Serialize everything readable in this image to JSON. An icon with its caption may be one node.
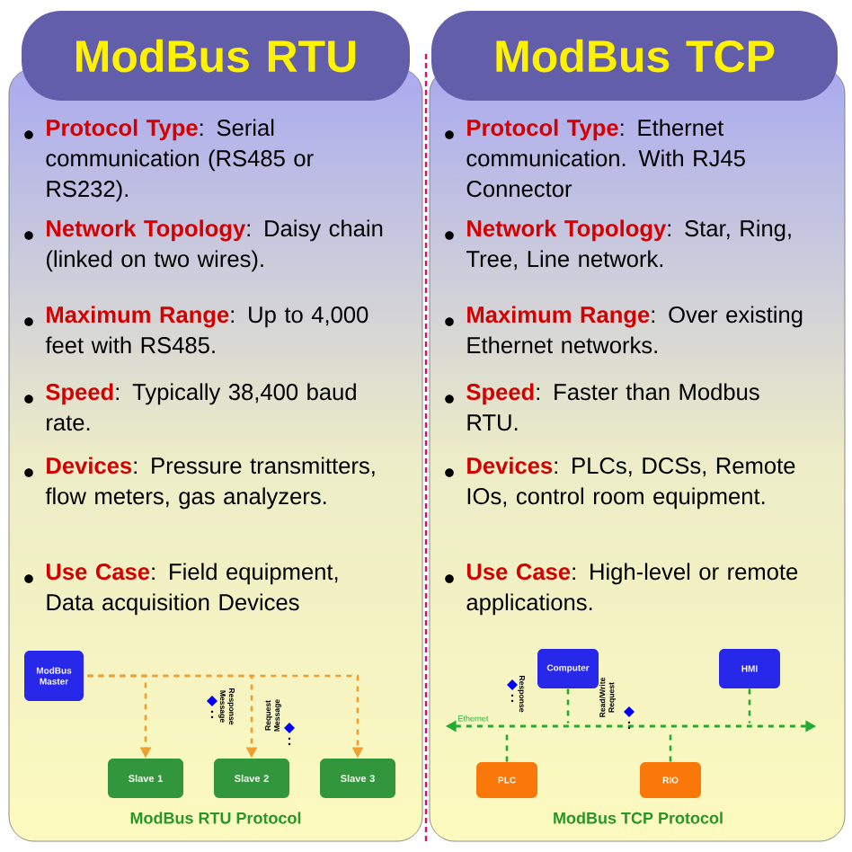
{
  "diagram": {
    "nodes": [
      {
        "text": [
          "ModBus RTU"
        ]
      },
      {
        "text": [
          "ModBus TCP"
        ]
      },
      {
        "text": [
          "ModBus Master"
        ]
      },
      {
        "text": [
          "Slave 1"
        ]
      },
      {
        "text": [
          "Slave 2"
        ]
      },
      {
        "text": [
          "Slave 3"
        ]
      },
      {
        "text": [
          "Computer"
        ]
      },
      {
        "text": [
          "HMI"
        ]
      },
      {
        "text": [
          "PLC"
        ]
      },
      {
        "text": [
          "RIO"
        ]
      },
      {
        "text": [],
        "shape": "bar",
        "beside": [
          "Ethernet"
        ]
      }
    ],
    "edges": [
      {
        "from": 2,
        "to": 3,
        "arrow": "to",
        "style": "dashed",
        "color": "#f0a030"
      },
      {
        "from": 2,
        "to": 4,
        "arrow": "to",
        "style": "dashed",
        "color": "#f0a030"
      },
      {
        "from": 2,
        "to": 5,
        "arrow": "to",
        "style": "dashed",
        "color": "#f0a030"
      },
      {
        "from": 6,
        "to": 10,
        "arrow": "none",
        "style": "dashed",
        "color": "#22aa33"
      },
      {
        "from": 7,
        "to": 10,
        "arrow": "none",
        "style": "dashed",
        "color": "#22aa33"
      },
      {
        "from": 8,
        "to": 10,
        "arrow": "none",
        "style": "dashed",
        "color": "#22aa33"
      },
      {
        "from": 9,
        "to": 10,
        "arrow": "none",
        "style": "dashed",
        "color": "#22aa33"
      }
    ],
    "labels": [
      "**Protocol Type**: Serial communication (RS485 or RS232).",
      "**Network Topology**: Daisy chain (linked on two wires).",
      "**Maximum Range**: Up to 4,000 feet with RS485.",
      "**Speed**: Typically 38,400 baud rate.",
      "**Devices**: Pressure transmitters, flow meters, gas analyzers.",
      "**Use Case**: Field equipment, Data acquisition Devices",
      "**Protocol Type**: Ethernet communication. With RJ45 Connector",
      "**Network Topology**: Star, Ring, Tree, Line network.",
      "**Maximum Range**: Over existing Ethernet networks.",
      "**Speed**: Faster than Modbus RTU.",
      "**Devices**: PLCs, DCSs, Remote IOs, control room equipment.",
      "**Use Case**: High-level or remote applications.",
      "Response Message",
      "Request Message",
      "ModBus RTU Protocol",
      "Response",
      "Read/Write Request",
      "ModBus TCP Protocol"
    ]
  }
}
